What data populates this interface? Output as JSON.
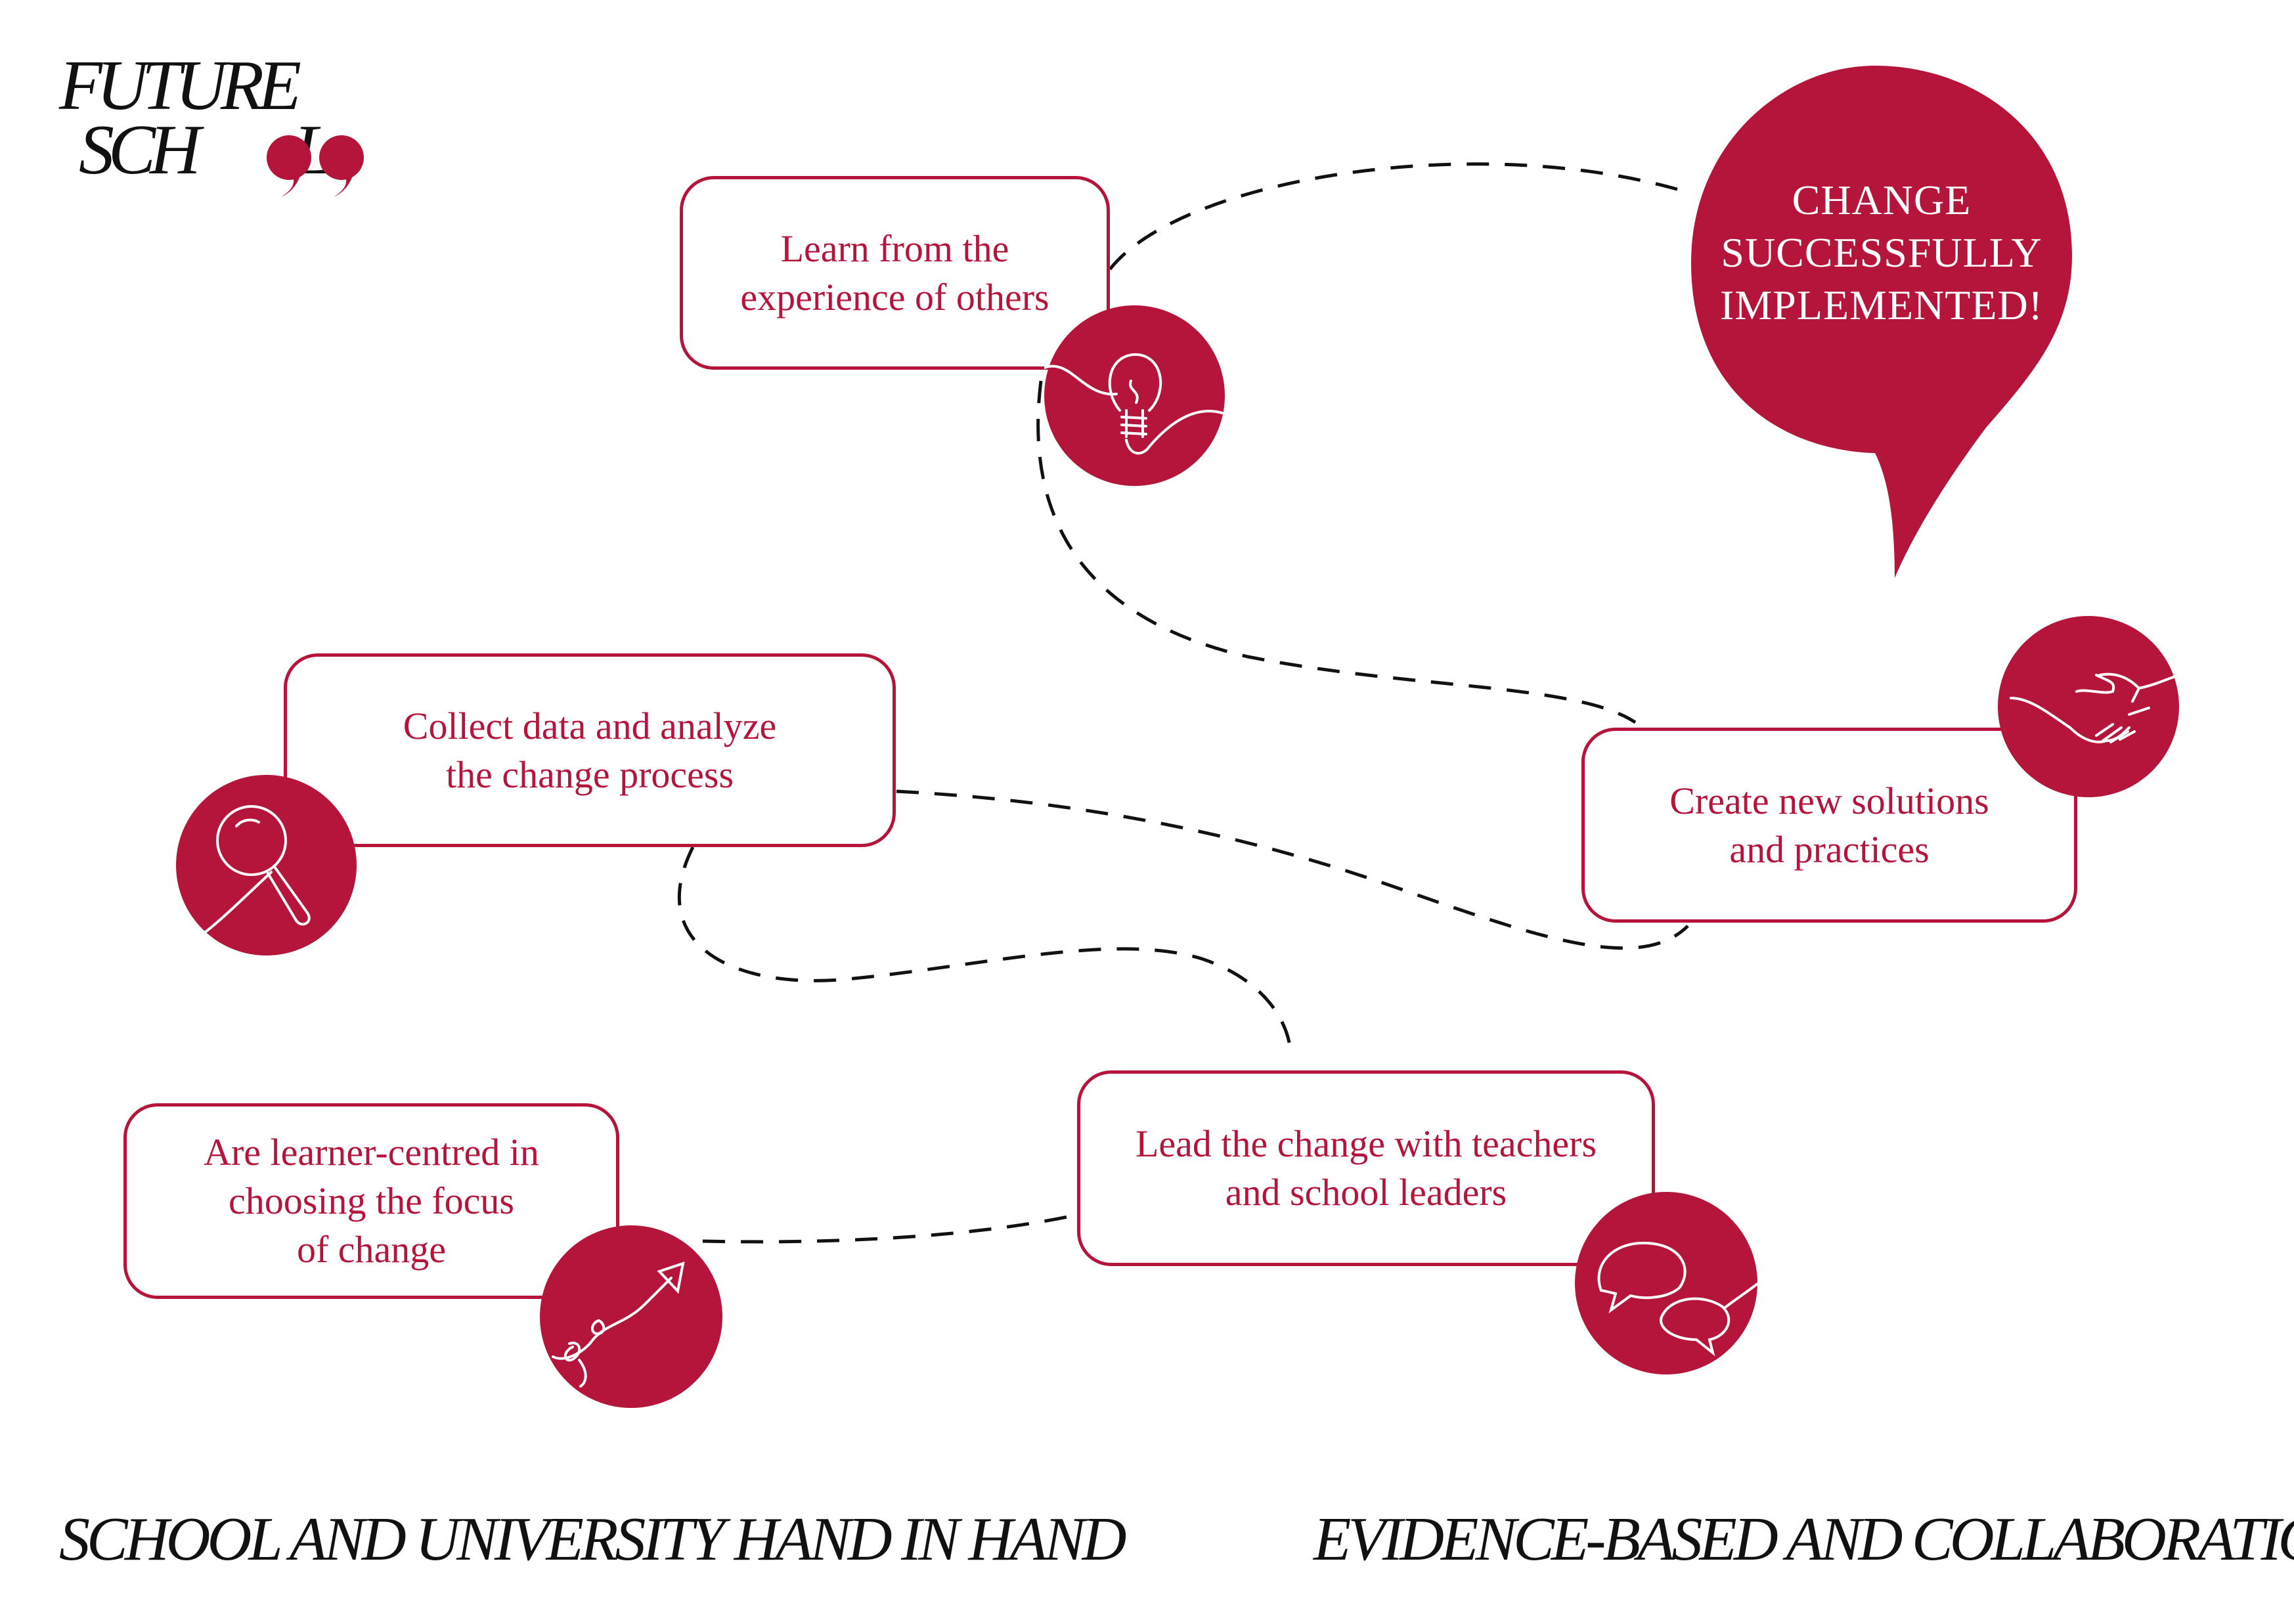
{
  "logo": {
    "line1": "FUTURE",
    "line2": "SCH",
    "line3": "L"
  },
  "bubble": {
    "lines": [
      "CHANGE",
      "SUCCESSFULLY",
      "IMPLEMENTED!"
    ]
  },
  "steps": [
    {
      "lines": [
        "Learn from the",
        "experience of others"
      ],
      "icon": "lightbulb-icon"
    },
    {
      "lines": [
        "Collect data and analyze",
        "the change process"
      ],
      "icon": "magnifier-icon"
    },
    {
      "lines": [
        "Create new solutions",
        "and practices"
      ],
      "icon": "handshake-icon"
    },
    {
      "lines": [
        "Are learner-centred in",
        "choosing the focus",
        "of change"
      ],
      "icon": "arrow-growth-icon"
    },
    {
      "lines": [
        "Lead the change with teachers",
        "and school leaders"
      ],
      "icon": "speech-bubbles-icon"
    }
  ],
  "footer": {
    "left": "SCHOOL AND UNIVERSITY HAND IN HAND",
    "right": "EVIDENCE-BASED AND COLLABORATION"
  },
  "colors": {
    "accent": "#b5153a",
    "text": "#111111",
    "background": "#ffffff"
  }
}
